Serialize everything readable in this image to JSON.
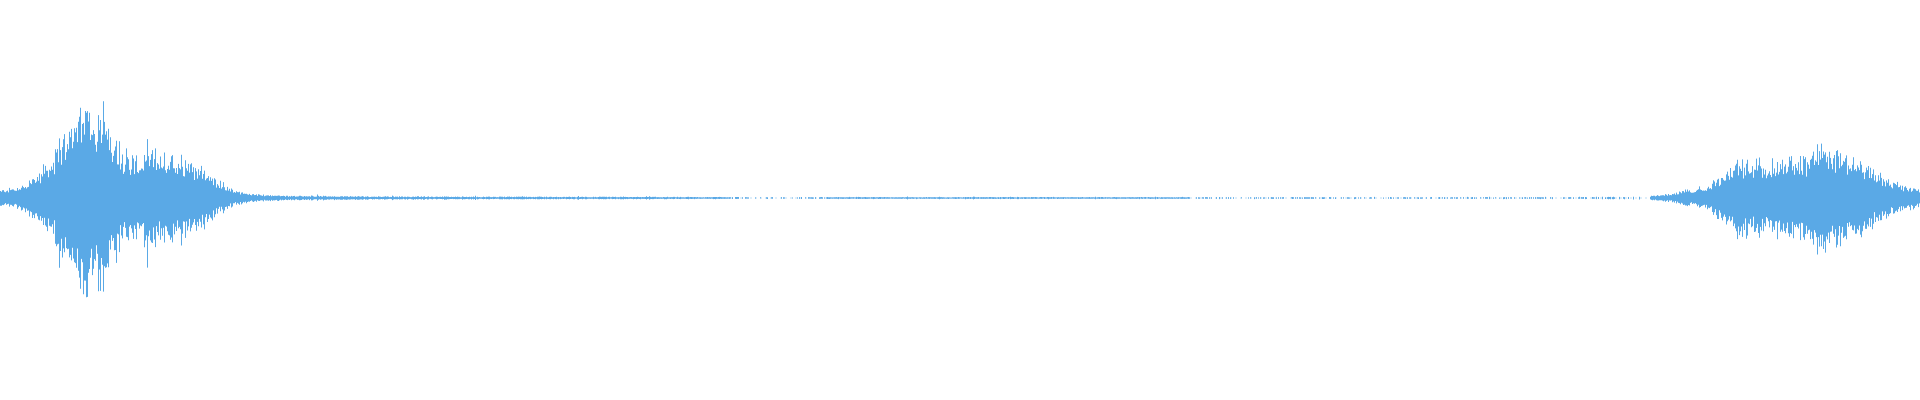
{
  "waveform": {
    "color": "#5aa9e6",
    "background": "#ffffff",
    "envelope": [
      [
        0.0,
        0.05
      ],
      [
        0.01,
        0.07
      ],
      [
        0.02,
        0.16
      ],
      [
        0.03,
        0.3
      ],
      [
        0.035,
        0.45
      ],
      [
        0.04,
        0.55
      ],
      [
        0.045,
        0.65
      ],
      [
        0.05,
        0.55
      ],
      [
        0.055,
        0.5
      ],
      [
        0.06,
        0.4
      ],
      [
        0.065,
        0.3
      ],
      [
        0.07,
        0.25
      ],
      [
        0.075,
        0.26
      ],
      [
        0.08,
        0.3
      ],
      [
        0.085,
        0.28
      ],
      [
        0.09,
        0.26
      ],
      [
        0.095,
        0.28
      ],
      [
        0.1,
        0.24
      ],
      [
        0.105,
        0.2
      ],
      [
        0.11,
        0.14
      ],
      [
        0.115,
        0.1
      ],
      [
        0.12,
        0.06
      ],
      [
        0.125,
        0.04
      ],
      [
        0.13,
        0.025
      ],
      [
        0.15,
        0.015
      ],
      [
        0.2,
        0.01
      ],
      [
        0.3,
        0.008
      ],
      [
        0.4,
        0.006
      ],
      [
        0.5,
        0.006
      ],
      [
        0.6,
        0.006
      ],
      [
        0.7,
        0.006
      ],
      [
        0.8,
        0.006
      ],
      [
        0.85,
        0.008
      ],
      [
        0.86,
        0.015
      ],
      [
        0.87,
        0.025
      ],
      [
        0.88,
        0.05
      ],
      [
        0.89,
        0.08
      ],
      [
        0.9,
        0.18
      ],
      [
        0.905,
        0.22
      ],
      [
        0.91,
        0.24
      ],
      [
        0.915,
        0.2
      ],
      [
        0.92,
        0.22
      ],
      [
        0.925,
        0.24
      ],
      [
        0.93,
        0.26
      ],
      [
        0.935,
        0.25
      ],
      [
        0.94,
        0.28
      ],
      [
        0.945,
        0.3
      ],
      [
        0.95,
        0.35
      ],
      [
        0.955,
        0.3
      ],
      [
        0.96,
        0.28
      ],
      [
        0.965,
        0.26
      ],
      [
        0.97,
        0.22
      ],
      [
        0.975,
        0.18
      ],
      [
        0.98,
        0.14
      ],
      [
        0.99,
        0.08
      ],
      [
        1.0,
        0.06
      ]
    ],
    "silent_gap_ranges": [
      [
        0.38,
        0.43
      ],
      [
        0.62,
        0.86
      ]
    ]
  }
}
